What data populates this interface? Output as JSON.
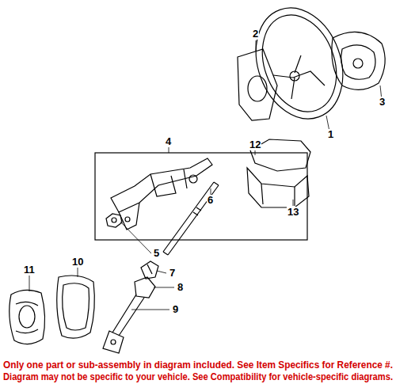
{
  "diagram": {
    "labels": [
      "1",
      "2",
      "3",
      "4",
      "5",
      "6",
      "7",
      "8",
      "9",
      "10",
      "11",
      "12",
      "13",
      "Only one part or sub-assembly in diagram included. See Item Specifics for Reference #.",
      "Diagram may not be specific to your vehicle. See Compatibility for vehicle-specific diagrams."
    ]
  }
}
